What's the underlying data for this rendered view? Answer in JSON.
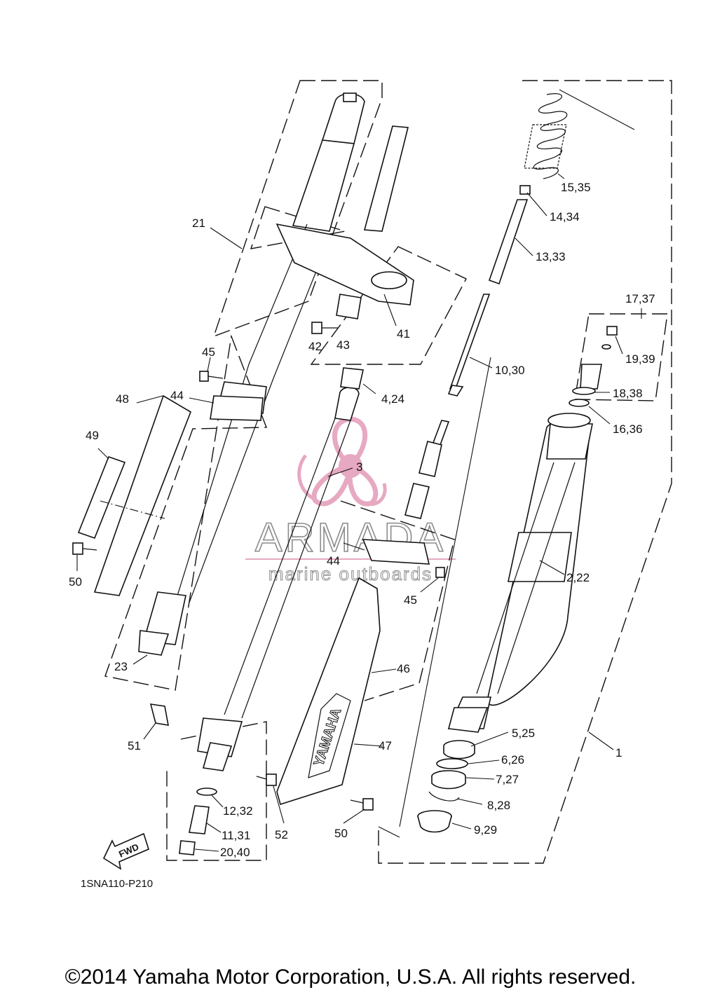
{
  "diagram_code": "1SNA110-P210",
  "copyright": "©2014 Yamaha Motor Corporation, U.S.A. All rights reserved.",
  "watermark": {
    "brand": "ARMADA",
    "tagline": "marine outboards",
    "color": "#e39ab8"
  },
  "fwd_arrow_text": "FWD",
  "decal_text": "YAMAHA",
  "callouts": {
    "c1": "1",
    "c2_22": "2,22",
    "c3": "3",
    "c4_24": "4,24",
    "c5_25": "5,25",
    "c6_26": "6,26",
    "c7_27": "7,27",
    "c8_28": "8,28",
    "c9_29": "9,29",
    "c10_30": "10,30",
    "c11_31": "11,31",
    "c12_32": "12,32",
    "c13_33": "13,33",
    "c14_34": "14,34",
    "c15_35": "15,35",
    "c16_36": "16,36",
    "c17_37": "17,37",
    "c18_38": "18,38",
    "c19_39": "19,39",
    "c20_40": "20,40",
    "c21": "21",
    "c23": "23",
    "c41": "41",
    "c42": "42",
    "c43": "43",
    "c44a": "44",
    "c44b": "44",
    "c45a": "45",
    "c45b": "45",
    "c46": "46",
    "c47": "47",
    "c48": "48",
    "c49": "49",
    "c50a": "50",
    "c50b": "50",
    "c51": "51",
    "c52": "52"
  }
}
